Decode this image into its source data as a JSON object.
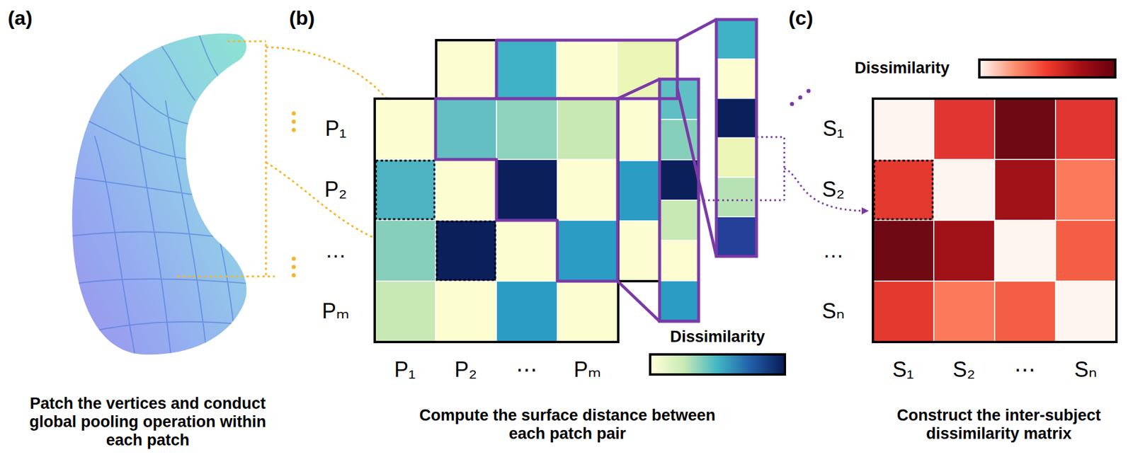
{
  "diagram": {
    "labels": [
      "(a)",
      "(b)",
      "(c)",
      "P₁",
      "P₂",
      "…",
      "Pₘ",
      "P₁",
      "P₂",
      "⋯",
      "Pₘ",
      "S₁",
      "S₂",
      "…",
      "Sₙ",
      "S₁",
      "S₂",
      "⋯",
      "Sₙ",
      "Patch the vertices and conduct global pooling operation within each patch",
      "Compute the surface distance between each patch pair",
      "Construct the inter-subject dissimilarity matrix"
    ],
    "legend": [
      {
        "text": "Dissimilarity"
      },
      {
        "text": "Dissimilarity"
      }
    ]
  }
}
